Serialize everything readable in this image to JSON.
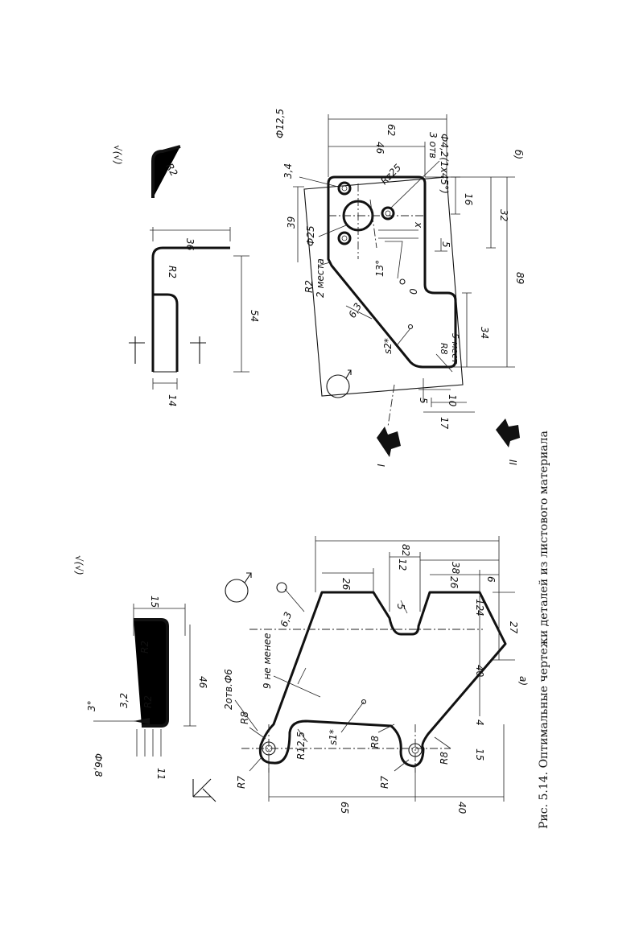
{
  "caption": "Рис. 5.14. Оптимальные чертежи деталей из листового материала",
  "view_a": {
    "label": "а)",
    "part_label": "s1*",
    "material_thickness": "6,3",
    "holes_note": "2отв.Ф6",
    "min_note": "9 не менее",
    "roughness_symbol": "√(√)",
    "dims": {
      "d65": "65",
      "d40": "40",
      "d82": "82",
      "d26a": "26",
      "d12": "12",
      "d38": "38",
      "d26b": "26",
      "d6": "6",
      "d5": "5",
      "d4a": "4",
      "d12b": "12",
      "d27": "27",
      "d40b": "40",
      "d4b": "4",
      "d15": "15",
      "r7a": "R7",
      "r8a": "R8",
      "r12_5": "R12,5",
      "r8b": "R8",
      "r7b": "R7",
      "r8c": "R8"
    },
    "section": {
      "d15": "15",
      "r2a": "R2",
      "d46": "46",
      "d3_2": "3,2",
      "r2b": "R2",
      "d11": "11",
      "dia6_8": "Ф6,8",
      "angle3": "3°"
    }
  },
  "view_b": {
    "label": "б)",
    "part_label": "s2*",
    "material_thickness": "6,3",
    "roughness_symbol": "√(√)",
    "arrow_i": "I",
    "arrow_ii": "II",
    "dims": {
      "d62": "62",
      "d46": "46",
      "dia12_5": "Ф12,5",
      "d3_4": "3,4",
      "dia4_2": "Ф4,2(1x45°)",
      "holes3": "3 отв",
      "d39": "39",
      "dia25": "Ф25",
      "rz25": "Rz25",
      "d16": "16",
      "d32": "32",
      "dx": "х",
      "d5a": "5",
      "d13deg": "13°",
      "d0": "0",
      "d89": "89",
      "r2": "R2",
      "places2": "2 места",
      "d34": "34",
      "r8": "R8",
      "places5": "5 мест",
      "d5b": "5",
      "d10": "10",
      "d17": "17"
    },
    "section": {
      "d36": "36",
      "r2a": "R2",
      "d54": "54",
      "d14": "14",
      "r2b": "R2"
    }
  }
}
